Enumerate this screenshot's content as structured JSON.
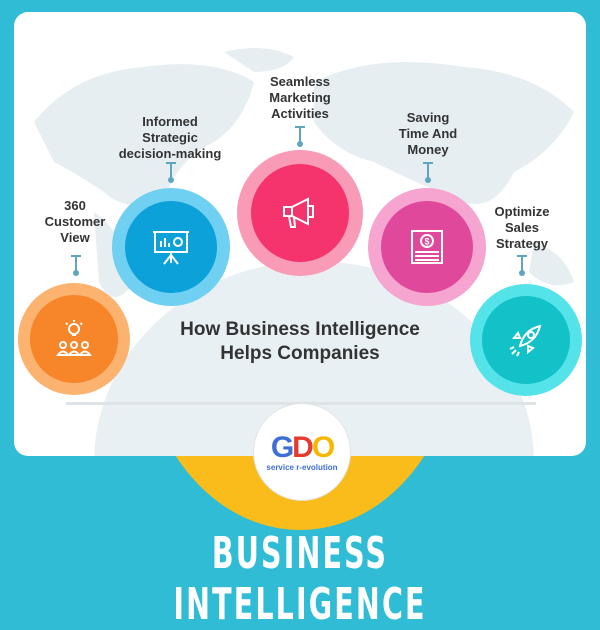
{
  "infographic": {
    "center_title_line1": "How Business Intelligence",
    "center_title_line2": "Helps Companies",
    "banner_title": "BUSINESS INTELLIGENCE",
    "logo": {
      "letters": [
        "G",
        "D",
        "O"
      ],
      "tagline": "service r-evolution",
      "colors": {
        "G": "#3d6fd6",
        "D": "#e53a2f",
        "O": "#f5b700"
      }
    },
    "items": [
      {
        "label_lines": [
          "360",
          "Customer",
          "View"
        ],
        "icon": "lightbulb-team-icon",
        "color": "#f7862a",
        "ring": "#fbb36f"
      },
      {
        "label_lines": [
          "Informed",
          "Strategic",
          "decision-making"
        ],
        "icon": "presentation-board-icon",
        "color": "#0ca1d8",
        "ring": "#6fd0f2"
      },
      {
        "label_lines": [
          "Seamless",
          "Marketing",
          "Activities"
        ],
        "icon": "megaphone-icon",
        "color": "#f5346e",
        "ring": "#f99bb7"
      },
      {
        "label_lines": [
          "Saving",
          "Time And",
          "Money"
        ],
        "icon": "money-bill-icon",
        "color": "#e0489b",
        "ring": "#f6a5d0"
      },
      {
        "label_lines": [
          "Optimize",
          "Sales",
          "Strategy"
        ],
        "icon": "rocket-icon",
        "color": "#13c2c9",
        "ring": "#55e3ea"
      }
    ],
    "colors": {
      "background": "#30bcd5",
      "card": "#ffffff",
      "arc": "#f9bc1a",
      "dome": "#e9f0f4",
      "text": "#333333"
    }
  }
}
